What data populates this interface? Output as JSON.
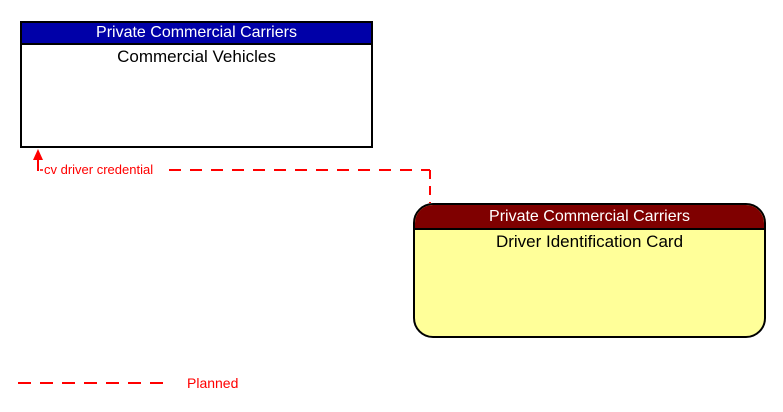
{
  "diagram": {
    "background_color": "#FFFFFF",
    "boxes": [
      {
        "id": "commercial-vehicles",
        "header": "Private Commercial Carriers",
        "title": "Commercial Vehicles",
        "shape": "rectangle",
        "header_bg": "#0000A8",
        "header_text_color": "#FFFFFF",
        "body_bg": "#FFFFFF",
        "body_text_color": "#000000",
        "border_color": "#000000"
      },
      {
        "id": "driver-identification-card",
        "header": "Private Commercial Carriers",
        "title": "Driver Identification Card",
        "shape": "rounded-rectangle",
        "header_bg": "#7F0000",
        "header_text_color": "#FFFFFF",
        "body_bg": "#FFFF99",
        "body_text_color": "#000000",
        "border_color": "#000000"
      }
    ],
    "connector": {
      "label": "cv driver credential",
      "from": "driver-identification-card",
      "to": "commercial-vehicles",
      "style": "dashed",
      "status": "planned",
      "color": "#FF0000",
      "arrowhead": "into commercial-vehicles bottom edge"
    },
    "legend": {
      "label": "Planned",
      "line_style": "dashed",
      "color": "#FF0000"
    }
  }
}
